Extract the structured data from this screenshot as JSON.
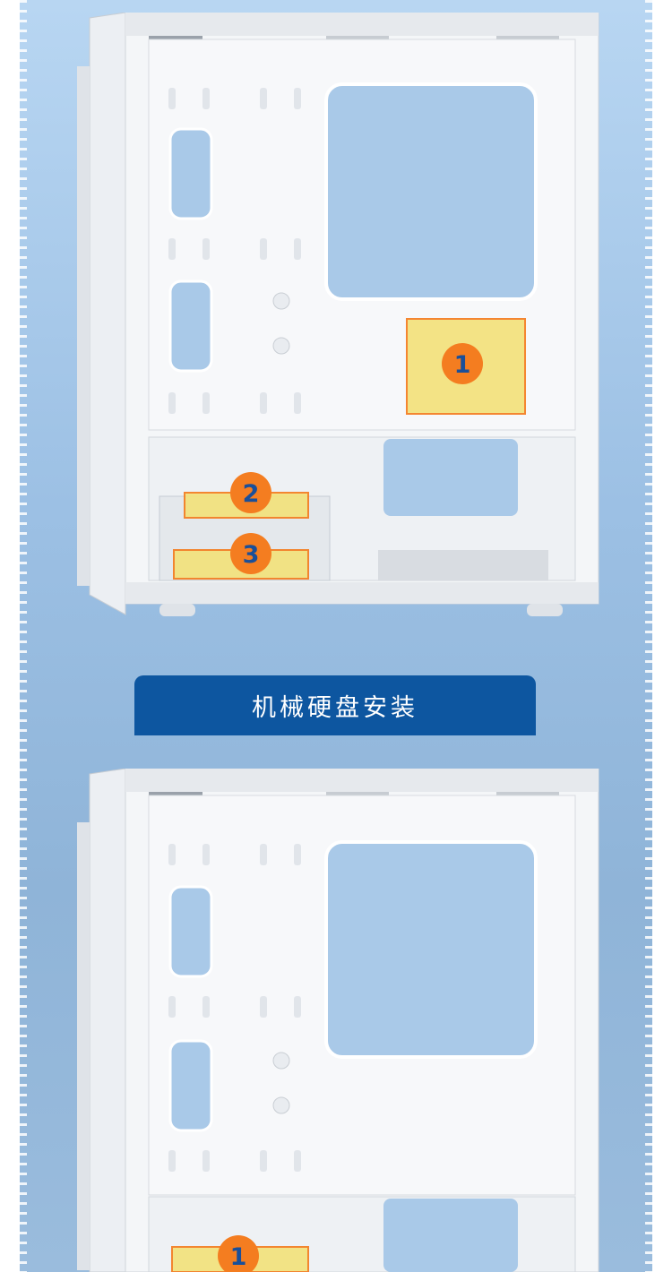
{
  "section_title": "机械硬盘安装",
  "install_spots": {
    "top": [
      {
        "number": "1"
      },
      {
        "number": "2"
      },
      {
        "number": "3"
      }
    ],
    "bottom": [
      {
        "number": "1"
      }
    ]
  },
  "colors": {
    "banner": "#0d56a0",
    "badge": "#f47d20",
    "badge_number": "#1a4f99",
    "highlight": "#f3e27c",
    "background": "#9cc0e4",
    "case_panel": "#f4f6f8"
  }
}
